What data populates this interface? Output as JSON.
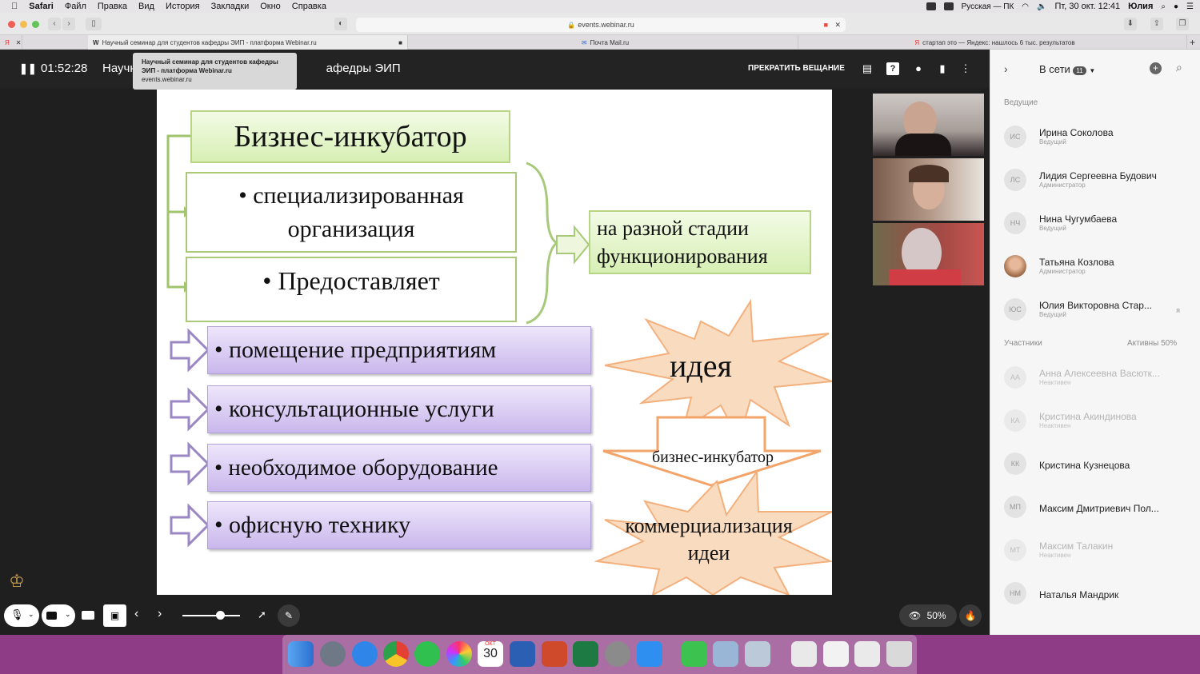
{
  "menubar": {
    "app": "Safari",
    "items": [
      "Файл",
      "Правка",
      "Вид",
      "История",
      "Закладки",
      "Окно",
      "Справка"
    ],
    "keyboard": "Русская — ПК",
    "datetime": "Пт, 30 окт.  12:41",
    "user": "Юлия"
  },
  "browser": {
    "address": "events.webinar.ru",
    "tabs": [
      {
        "label": "Научный семинар для студентов кафедры ЭИП - платформа Webinar.ru",
        "icon": "W"
      },
      {
        "label": "Почта Mail.ru",
        "icon": "mail-icon"
      },
      {
        "label": "стартап это — Яндекс: нашлось 6 тыс. результатов",
        "icon": "Я"
      }
    ]
  },
  "webinar": {
    "timer": "01:52:28",
    "title_left": "Научн",
    "title_right": "афедры ЭИП",
    "tooltip_title": "Научный семинар для студентов кафедры ЭИП - платформа Webinar.ru",
    "tooltip_url": "events.webinar.ru",
    "stop_label": "ПРЕКРАТИТЬ ВЕЩАНИЕ",
    "views_percent": "50%"
  },
  "slide": {
    "title": "Бизнес-инкубатор",
    "item1_line1": "•  специализированная",
    "item1_line2": "организация",
    "item2": "•  Предоставляет",
    "right_line1": "на разной стадии",
    "right_line2": "функционирования",
    "list": [
      "• помещение предприятиям",
      "•  консультационные услуги",
      "•  необходимое оборудование",
      "•  офисную технику"
    ],
    "idea": "идея",
    "incubator": "бизнес-инкубатор",
    "commerce_line1": "коммерциализация",
    "commerce_line2": "идеи"
  },
  "sidebar": {
    "online_label": "В сети",
    "online_count": "11",
    "hosts_label": "Ведущие",
    "participants_label": "Участники",
    "active_label": "Активны 50%",
    "hosts": [
      {
        "initials": "ИС",
        "name": "Ирина Соколова",
        "role": "Ведущий"
      },
      {
        "initials": "ЛС",
        "name": "Лидия Сергеевна Будович",
        "role": "Администратор"
      },
      {
        "initials": "НЧ",
        "name": "Нина Чугумбаева",
        "role": "Ведущий"
      },
      {
        "initials": "",
        "name": "Татьяна Козлова",
        "role": "Администратор"
      },
      {
        "initials": "ЮС",
        "name": "Юлия Викторовна Стар...",
        "role": "Ведущий",
        "me": "я"
      }
    ],
    "participants": [
      {
        "initials": "АА",
        "name": "Анна Алексеевна Васютк...",
        "role": "Неактивен"
      },
      {
        "initials": "КА",
        "name": "Кристина Акиндинова",
        "role": "Неактивен"
      },
      {
        "initials": "КК",
        "name": "Кристина Кузнецова",
        "role": ""
      },
      {
        "initials": "МП",
        "name": "Максим Дмитриевич Пол...",
        "role": ""
      },
      {
        "initials": "МТ",
        "name": "Максим Талакин",
        "role": "Неактивен"
      },
      {
        "initials": "НМ",
        "name": "Наталья Мандрик",
        "role": ""
      }
    ]
  },
  "dock": {
    "calendar_month": "ОКТ",
    "calendar_day": "30"
  }
}
